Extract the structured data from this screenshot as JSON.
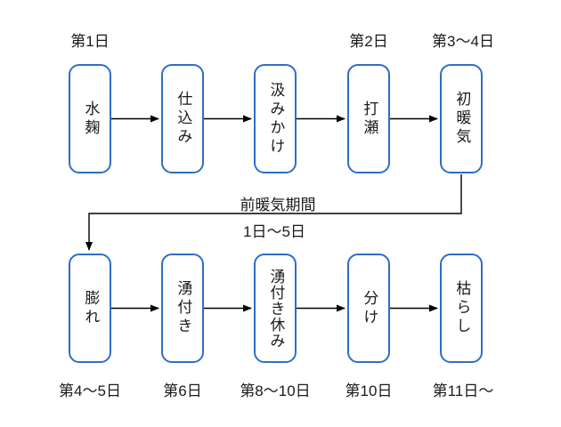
{
  "colors": {
    "accent": "#2e6dc8",
    "arrow": "#000000",
    "background": "#ffffff",
    "text": "#1a1a1a"
  },
  "diagram": {
    "top_row": {
      "boxes": [
        {
          "label": "水麹",
          "day": "第1日"
        },
        {
          "label": "仕込み",
          "day": ""
        },
        {
          "label": "汲みかけ",
          "day": ""
        },
        {
          "label": "打瀬",
          "day": "第2日"
        },
        {
          "label": "初暖気",
          "day": "第3〜4日"
        }
      ]
    },
    "connector": {
      "label_top": "前暖気期間",
      "label_bottom": "1日〜5日"
    },
    "bottom_row": {
      "boxes": [
        {
          "label": "膨れ",
          "day": "第4〜5日"
        },
        {
          "label": "湧付き",
          "day": "第6日"
        },
        {
          "label": "湧付き休み",
          "day": "第8〜10日"
        },
        {
          "label": "分け",
          "day": "第10日"
        },
        {
          "label": "枯らし",
          "day": "第11日〜"
        }
      ]
    }
  }
}
